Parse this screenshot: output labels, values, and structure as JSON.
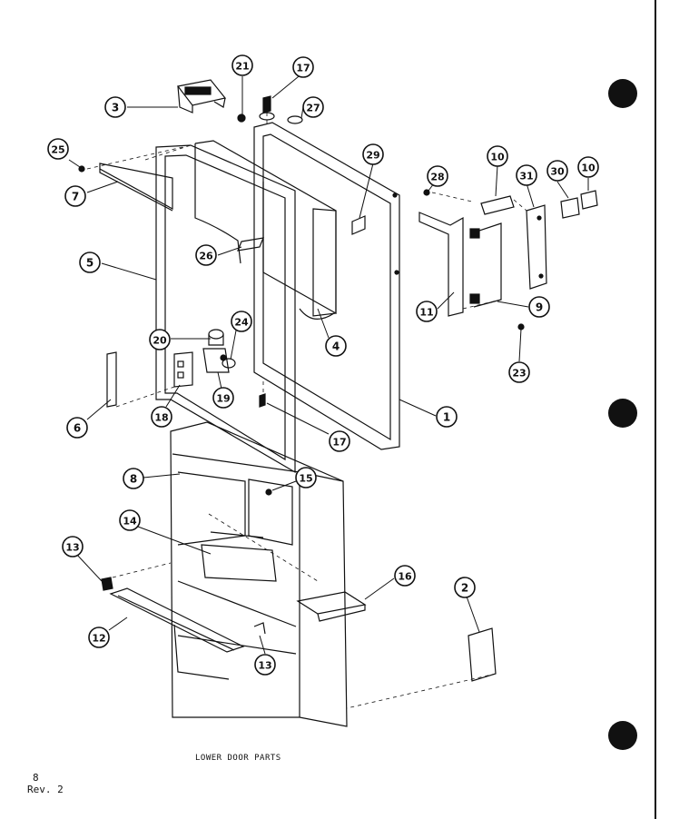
{
  "diagram": {
    "caption": "LOWER DOOR PARTS",
    "page_number": "8",
    "revision": "Rev. 2",
    "callouts": [
      "1",
      "2",
      "3",
      "4",
      "5",
      "6",
      "7",
      "8",
      "9",
      "10",
      "10",
      "11",
      "12",
      "13",
      "13",
      "14",
      "15",
      "16",
      "17",
      "17",
      "18",
      "19",
      "20",
      "21",
      "23",
      "24",
      "25",
      "26",
      "27",
      "28",
      "29",
      "30",
      "31"
    ],
    "colors": {
      "ink": "#111111",
      "paper": "#ffffff"
    }
  }
}
